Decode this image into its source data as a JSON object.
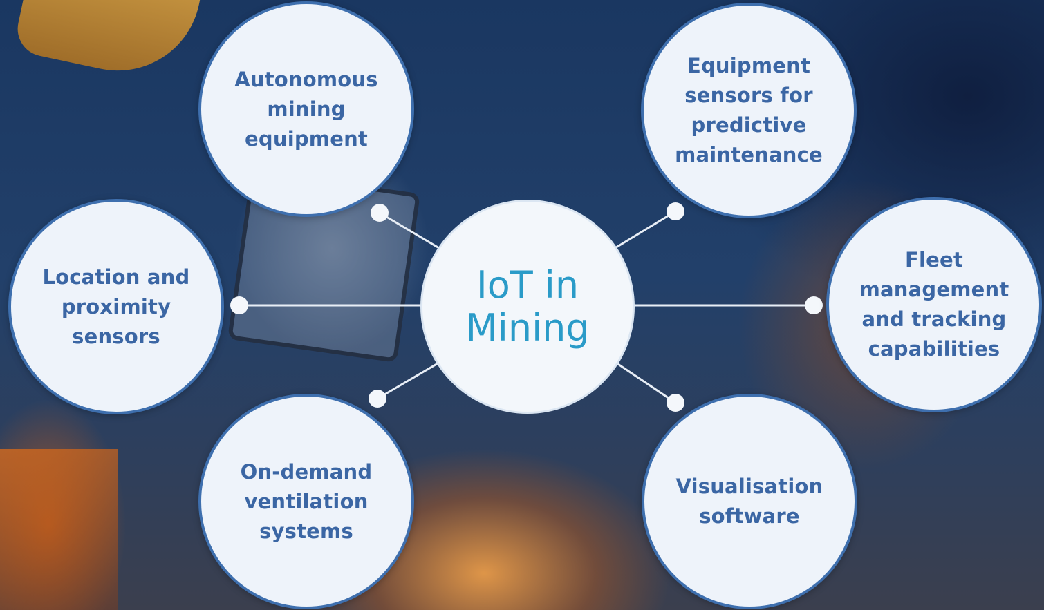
{
  "diagram": {
    "center": {
      "label": "IoT in\nMining"
    },
    "nodes": [
      {
        "id": "autonomous-mining-equipment",
        "label": "Autonomous\nmining\nequipment"
      },
      {
        "id": "equipment-sensors",
        "label": "Equipment\nsensors for\npredictive\nmaintenance"
      },
      {
        "id": "location-proximity-sensors",
        "label": "Location and\nproximity\nsensors"
      },
      {
        "id": "fleet-management",
        "label": "Fleet\nmanagement\nand tracking\ncapabilities"
      },
      {
        "id": "on-demand-ventilation",
        "label": "On-demand\nventilation\nsystems"
      },
      {
        "id": "visualisation-software",
        "label": "Visualisation\nsoftware"
      }
    ]
  },
  "colors": {
    "node_border": "#3e6fae",
    "node_text": "#3b66a4",
    "center_text": "#2a9bc8",
    "connector": "#e8eef6"
  }
}
